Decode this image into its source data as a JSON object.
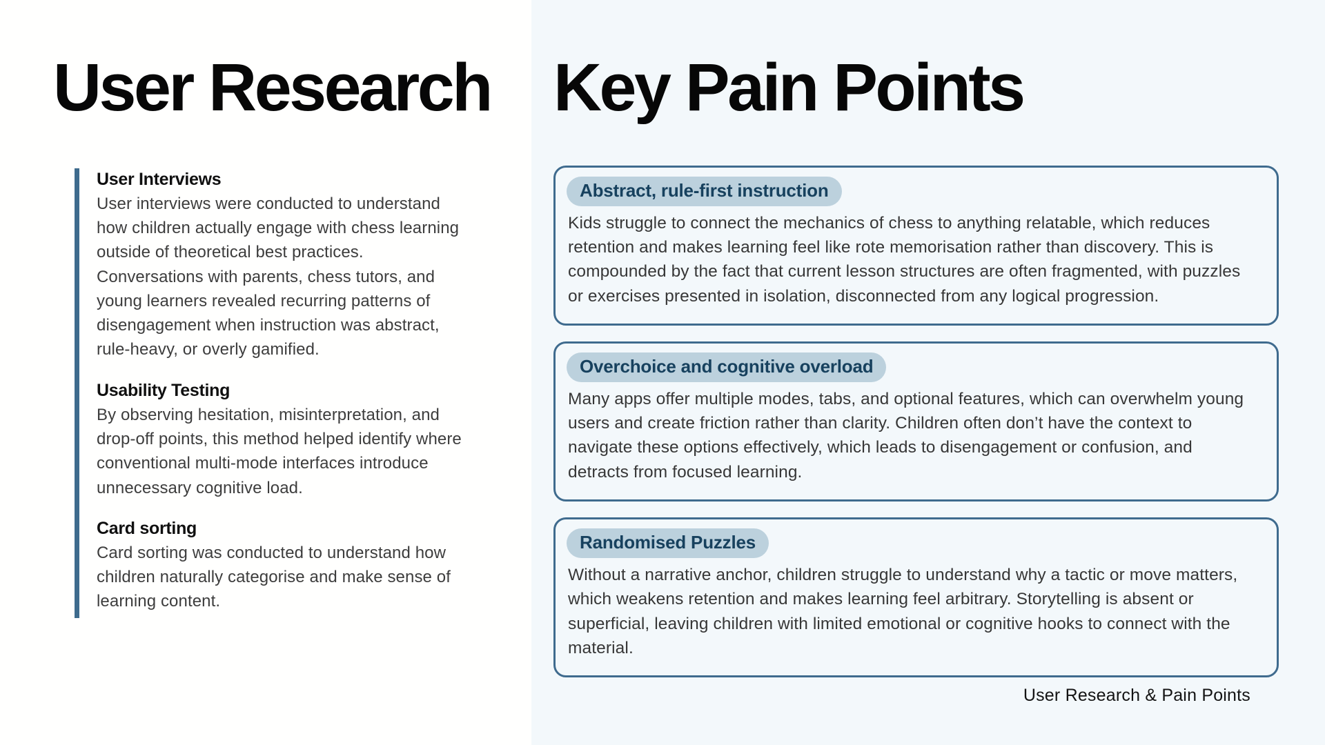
{
  "theme": {
    "left_background": "#fffffe",
    "right_background": "#f3f8fb",
    "accent_bar": "#3e6b8d",
    "card_border": "#3f6b8e",
    "pill_background": "#bcd1dd",
    "pill_text": "#17415e",
    "title_text": "#070707",
    "body_text": "#3d3d3d"
  },
  "left_panel": {
    "title": "User Research",
    "sections": [
      {
        "heading": "User Interviews",
        "body": "User interviews were conducted to understand how children actually engage with chess learning outside of theoretical best practices. Conversations with parents, chess tutors, and young learners revealed recurring patterns of disengagement when instruction was abstract, rule-heavy, or overly gamified."
      },
      {
        "heading": "Usability Testing",
        "body": "By observing hesitation, misinterpretation, and drop-off points, this method helped identify where conventional multi-mode interfaces introduce unnecessary cognitive load."
      },
      {
        "heading": "Card sorting",
        "body": "Card sorting was conducted to understand how children naturally categorise and make sense of learning content."
      }
    ]
  },
  "right_panel": {
    "title": "Key Pain Points",
    "cards": [
      {
        "label": "Abstract, rule-first instruction",
        "body": "Kids struggle to connect the mechanics of chess to anything relatable, which reduces retention and makes learning feel like rote memorisation rather than discovery. This is compounded by the fact that current lesson structures are often fragmented, with puzzles or exercises presented in isolation, disconnected from any logical progression."
      },
      {
        "label": "Overchoice and cognitive overload",
        "body": "Many apps offer multiple modes, tabs, and optional features, which can overwhelm young users and create friction rather than clarity. Children often don’t have the context to navigate these options effectively, which leads to disengagement or confusion, and detracts from focused learning."
      },
      {
        "label": "Randomised Puzzles",
        "body": "Without a narrative anchor, children struggle to understand why a tactic or move matters, which weakens retention and makes learning feel arbitrary. Storytelling is absent or superficial, leaving children with limited emotional or cognitive hooks to connect with the material."
      }
    ],
    "footer": "User Research & Pain Points"
  }
}
